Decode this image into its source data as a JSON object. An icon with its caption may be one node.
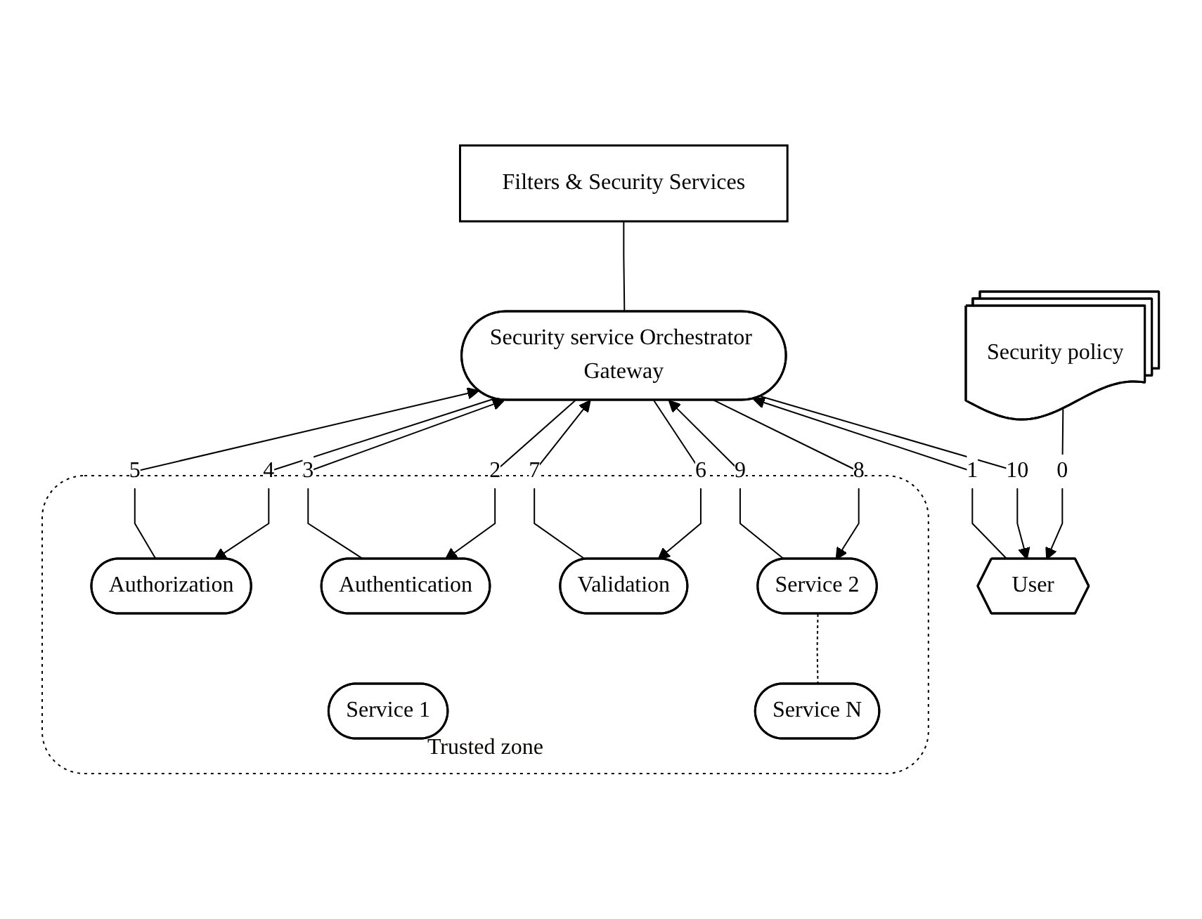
{
  "diagram": {
    "nodes": [
      {
        "text": [
          "Filters & Security Services"
        ]
      },
      {
        "text": [
          "Security policy"
        ]
      },
      {
        "text": [
          "User"
        ]
      },
      {
        "text": [
          "Trusted zone"
        ]
      },
      {
        "text": [
          "Security service Orchestrator Gateway"
        ]
      },
      {
        "text": [
          "Authorization"
        ],
        "in": 3
      },
      {
        "text": [
          "Authentication"
        ],
        "in": 3
      },
      {
        "text": [
          "Validation"
        ],
        "in": 3
      },
      {
        "text": [
          "Service 1"
        ],
        "in": 3
      },
      {
        "text": [
          "Service 2"
        ],
        "in": 3
      },
      {
        "text": [
          "Service N"
        ],
        "in": 3
      }
    ],
    "edges": [
      {
        "from": 1,
        "to": 2,
        "arrow": "to",
        "label": "0"
      },
      {
        "from": 2,
        "to": 4,
        "arrow": "to",
        "label": "1"
      },
      {
        "from": 4,
        "to": 2,
        "arrow": "to",
        "label": "10"
      },
      {
        "from": 4,
        "to": 6,
        "arrow": "to",
        "label": "2"
      },
      {
        "from": 6,
        "to": 4,
        "arrow": "to",
        "label": "3"
      },
      {
        "from": 4,
        "to": 5,
        "arrow": "to",
        "label": "4"
      },
      {
        "from": 5,
        "to": 4,
        "arrow": "to",
        "label": "5"
      },
      {
        "from": 4,
        "to": 7,
        "arrow": "to",
        "label": "6"
      },
      {
        "from": 7,
        "to": 4,
        "arrow": "to",
        "label": "7"
      },
      {
        "from": 4,
        "to": 9,
        "arrow": "to",
        "label": "8"
      },
      {
        "from": 9,
        "to": 4,
        "arrow": "to",
        "label": "9"
      },
      {
        "from": 9,
        "to": 10,
        "arrow": "none",
        "style": "dashed"
      },
      {
        "from": 0,
        "to": 4,
        "arrow": "none"
      }
    ]
  }
}
